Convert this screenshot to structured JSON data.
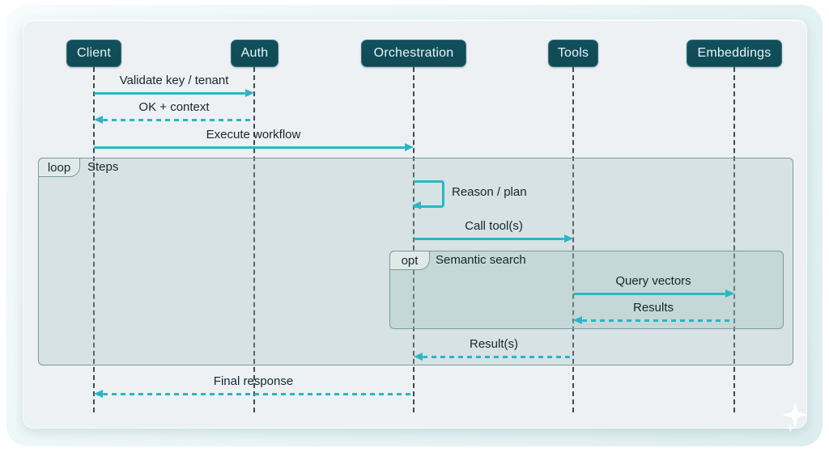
{
  "diagram": {
    "type": "sequence",
    "actors": [
      {
        "id": "client",
        "label": "Client"
      },
      {
        "id": "auth",
        "label": "Auth"
      },
      {
        "id": "orchestration",
        "label": "Orchestration"
      },
      {
        "id": "tools",
        "label": "Tools"
      },
      {
        "id": "embeddings",
        "label": "Embeddings"
      }
    ],
    "messages": [
      {
        "from": "client",
        "to": "auth",
        "label": "Validate key / tenant",
        "style": "solid"
      },
      {
        "from": "auth",
        "to": "client",
        "label": "OK + context",
        "style": "dashed"
      },
      {
        "from": "client",
        "to": "orchestration",
        "label": "Execute workflow",
        "style": "solid"
      },
      {
        "from": "orchestration",
        "to": "orchestration",
        "label": "Reason / plan",
        "style": "self"
      },
      {
        "from": "orchestration",
        "to": "tools",
        "label": "Call tool(s)",
        "style": "solid"
      },
      {
        "from": "tools",
        "to": "embeddings",
        "label": "Query vectors",
        "style": "solid"
      },
      {
        "from": "embeddings",
        "to": "tools",
        "label": "Results",
        "style": "dashed"
      },
      {
        "from": "tools",
        "to": "orchestration",
        "label": "Result(s)",
        "style": "dashed"
      },
      {
        "from": "orchestration",
        "to": "client",
        "label": "Final response",
        "style": "dashed"
      }
    ],
    "frames": [
      {
        "kind": "loop",
        "tag": "loop",
        "title": "Steps"
      },
      {
        "kind": "opt",
        "tag": "opt",
        "title": "Semantic search"
      }
    ],
    "colors": {
      "actor_bg": "#11505c",
      "actor_text": "#eaf4f5",
      "arrow": "#29b6c5",
      "lifeline": "#2c3e47",
      "frame_border": "#7b9ca2",
      "tab_fill": "#dfeae8",
      "card_bg": "#edf1f4",
      "text": "#17262e"
    }
  }
}
